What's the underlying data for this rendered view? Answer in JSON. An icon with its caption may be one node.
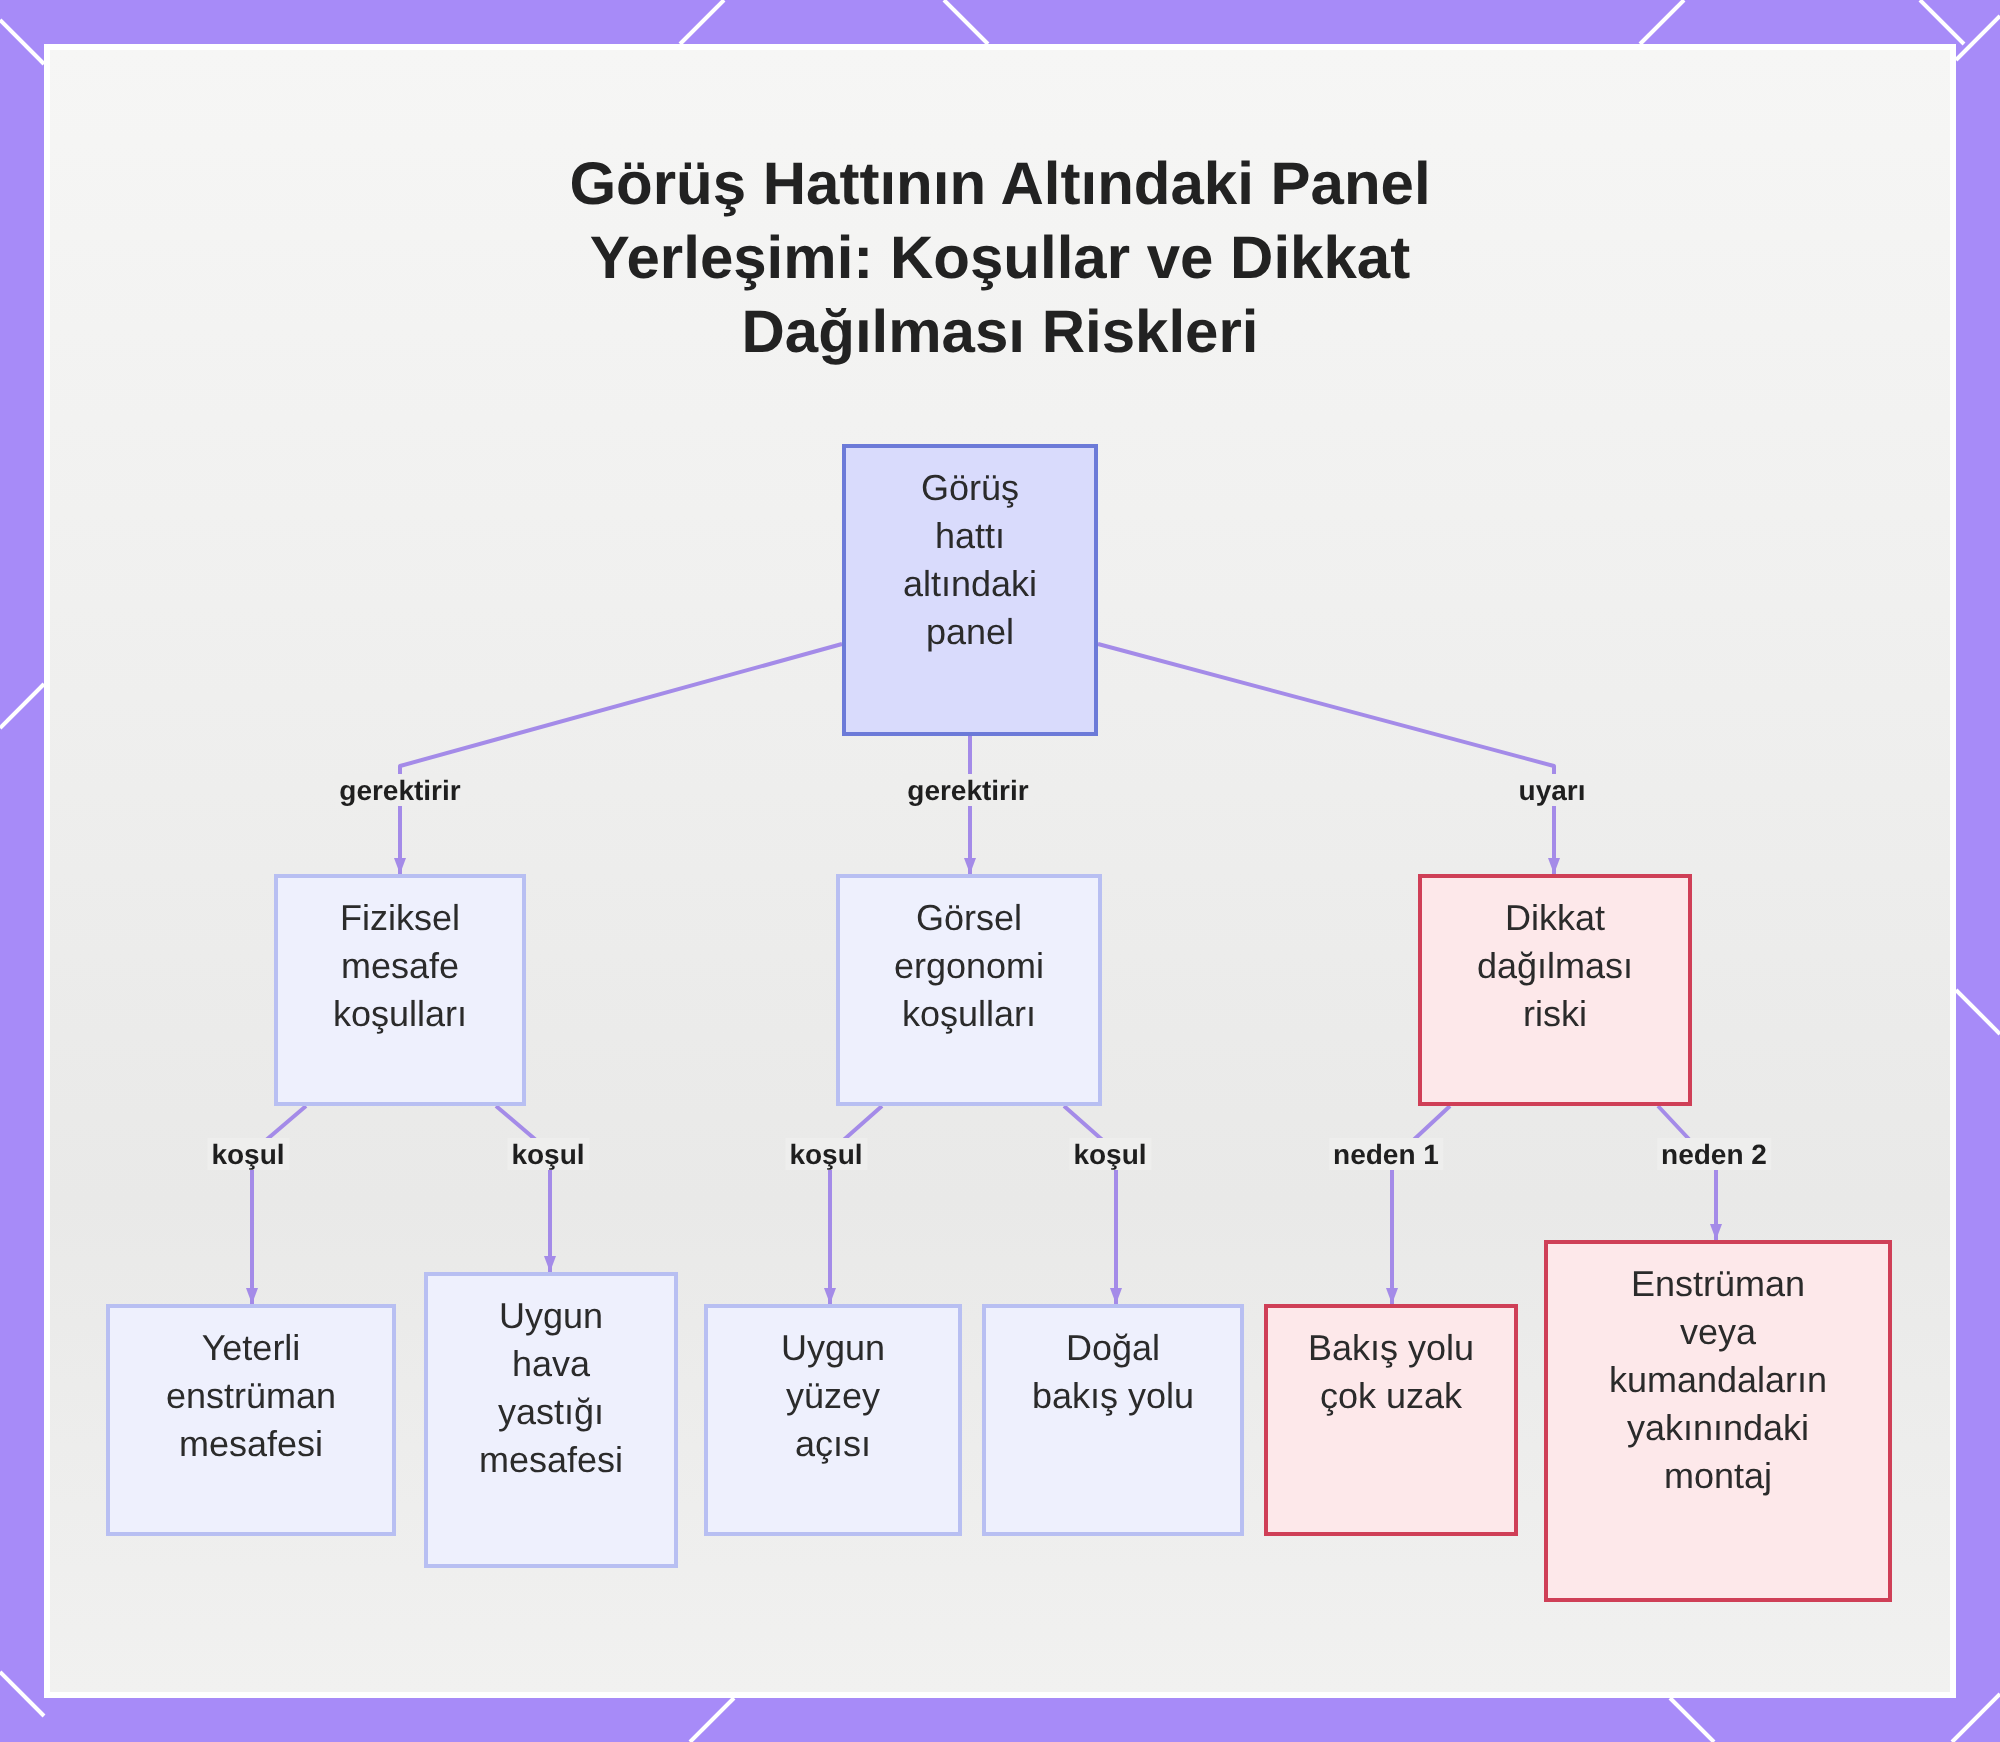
{
  "diagram": {
    "title": "Görüş Hattının Altındaki Panel Yerleşimi: Koşullar ve Dikkat Dağılması Riskleri",
    "nodes": [
      {
        "text": [
          "Görüş hattı altındaki panel"
        ]
      },
      {
        "text": [
          "Fiziksel mesafe koşulları"
        ]
      },
      {
        "text": [
          "Görsel ergonomi koşulları"
        ]
      },
      {
        "text": [
          "Dikkat dağılması riski"
        ]
      },
      {
        "text": [
          "Yeterli enstrüman mesafesi"
        ]
      },
      {
        "text": [
          "Uygun hava yastığı mesafesi"
        ]
      },
      {
        "text": [
          "Uygun yüzey açısı"
        ]
      },
      {
        "text": [
          "Doğal bakış yolu"
        ]
      },
      {
        "text": [
          "Bakış yolu çok uzak"
        ]
      },
      {
        "text": [
          "Enstrüman veya kumandaların yakınındaki montaj"
        ]
      }
    ],
    "edges": [
      {
        "from": 0,
        "to": 1,
        "arrow": "to",
        "label": "gerektirir"
      },
      {
        "from": 0,
        "to": 2,
        "arrow": "to",
        "label": "gerektirir"
      },
      {
        "from": 0,
        "to": 3,
        "arrow": "to",
        "label": "uyarı"
      },
      {
        "from": 1,
        "to": 4,
        "arrow": "to",
        "label": "koşul"
      },
      {
        "from": 1,
        "to": 5,
        "arrow": "to",
        "label": "koşul"
      },
      {
        "from": 2,
        "to": 6,
        "arrow": "to",
        "label": "koşul"
      },
      {
        "from": 2,
        "to": 7,
        "arrow": "to",
        "label": "koşul"
      },
      {
        "from": 3,
        "to": 8,
        "arrow": "to",
        "label": "neden 1"
      },
      {
        "from": 3,
        "to": 9,
        "arrow": "to",
        "label": "neden 2"
      }
    ]
  }
}
